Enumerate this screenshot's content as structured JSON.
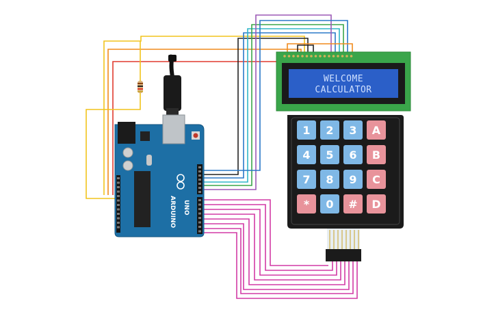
{
  "lcd": {
    "line1": "WELCOME",
    "line2": "CALCULATOR",
    "backlight_color": "#2b5fc8",
    "pcb_color": "#3aa54a"
  },
  "keypad": {
    "keys": [
      {
        "label": "1",
        "type": "num"
      },
      {
        "label": "2",
        "type": "num"
      },
      {
        "label": "3",
        "type": "num"
      },
      {
        "label": "A",
        "type": "op"
      },
      {
        "label": "4",
        "type": "num"
      },
      {
        "label": "5",
        "type": "num"
      },
      {
        "label": "6",
        "type": "num"
      },
      {
        "label": "B",
        "type": "op"
      },
      {
        "label": "7",
        "type": "num"
      },
      {
        "label": "8",
        "type": "num"
      },
      {
        "label": "9",
        "type": "num"
      },
      {
        "label": "C",
        "type": "op"
      },
      {
        "label": "*",
        "type": "op"
      },
      {
        "label": "0",
        "type": "num"
      },
      {
        "label": "#",
        "type": "op"
      },
      {
        "label": "D",
        "type": "op"
      }
    ],
    "num_color": "#7fb8e6",
    "op_color": "#e8939b"
  },
  "arduino": {
    "logo_text": "ARDUINO",
    "model": "UNO",
    "board_color": "#1d6fa5"
  },
  "wire_colors": {
    "red": "#e03a2f",
    "orange": "#f08a1c",
    "yellow": "#f2c31b",
    "black": "#222222",
    "magenta": "#d23aa5",
    "blue": "#2a78c8",
    "cyan": "#2fb5c8",
    "green": "#3aa54a",
    "purple": "#9b59b6"
  }
}
